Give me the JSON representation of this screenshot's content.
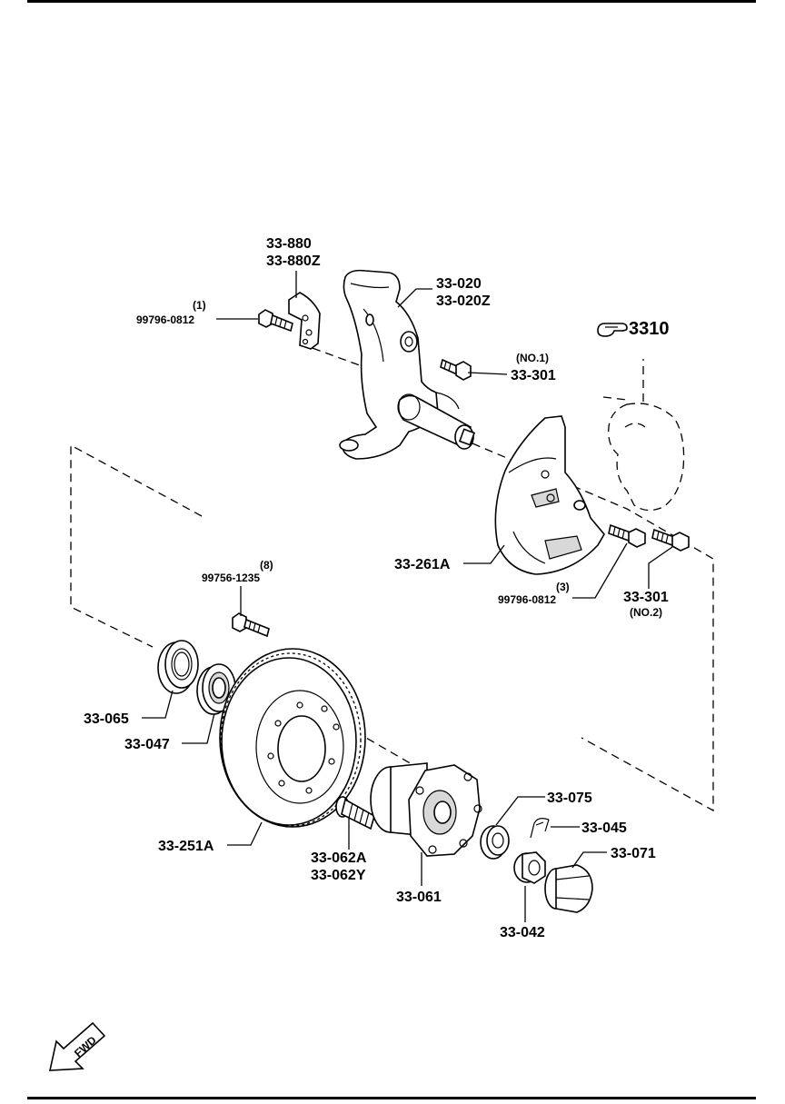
{
  "labels": {
    "p33_880": "33-880",
    "p33_880z": "33-880Z",
    "p33_020": "33-020",
    "p33_020z": "33-020Z",
    "qty_1": "(1)",
    "bolt_99796_a": "99796-0812",
    "no1": "(NO.1)",
    "p33_301_a": "33-301",
    "ref_3310": "3310",
    "p33_261a": "33-261A",
    "qty_3": "(3)",
    "bolt_99796_b": "99796-0812",
    "p33_301_b": "33-301",
    "no2": "(NO.2)",
    "qty_8": "(8)",
    "bolt_99756": "99756-1235",
    "p33_065": "33-065",
    "p33_047": "33-047",
    "p33_251a": "33-251A",
    "p33_062a": "33-062A",
    "p33_062y": "33-062Y",
    "p33_061": "33-061",
    "p33_075": "33-075",
    "p33_045": "33-045",
    "p33_071": "33-071",
    "p33_042": "33-042",
    "fwd": "FWD"
  },
  "icons": {
    "reference": "pointing-hand-icon",
    "direction": "forward-arrow-icon"
  }
}
